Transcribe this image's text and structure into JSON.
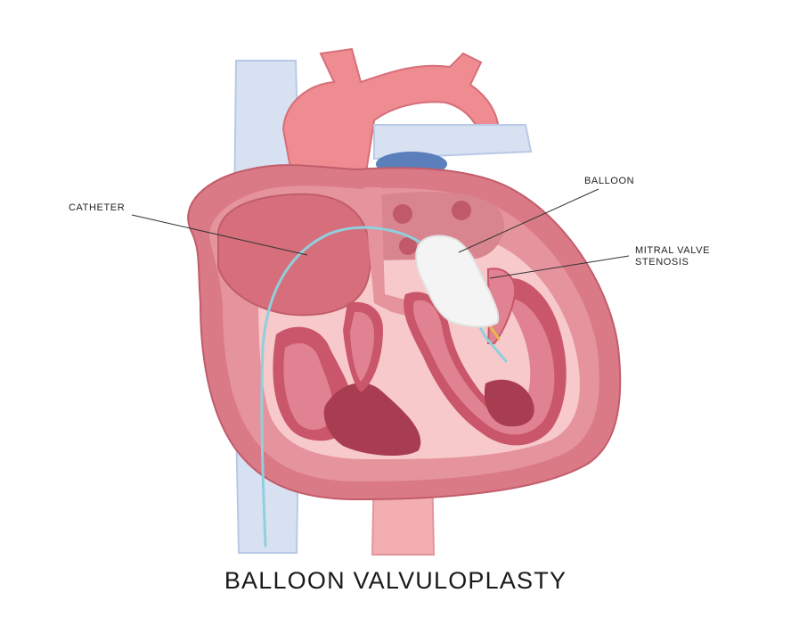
{
  "title": "BALLOON VALVULOPLASTY",
  "labels": {
    "catheter": "CATHETER",
    "balloon": "BALLOON",
    "mitral_line1": "MITRAL VALVE",
    "mitral_line2": "STENOSIS"
  },
  "colors": {
    "heart_outer": "#d97a86",
    "heart_wall": "#e5939c",
    "chamber": "#f7c9ca",
    "muscle": "#c9566a",
    "muscle_dark": "#a83d52",
    "vein_light": "#d7e1f2",
    "vein_dark": "#5b7fba",
    "catheter": "#8fd0dc",
    "balloon": "#f4f4f4",
    "aorta": "#ee8c92"
  }
}
